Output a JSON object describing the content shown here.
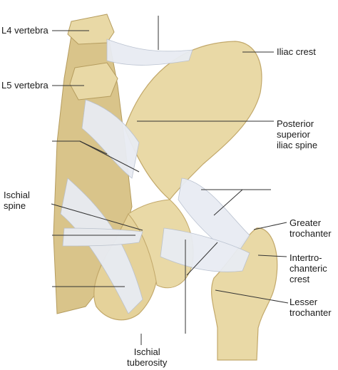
{
  "labels": {
    "l4": "L4 vertebra",
    "l5": "L5 vertebra",
    "iliac_crest": "Iliac crest",
    "psis": "Posterior\nsuperior\niliac spine",
    "ischial_spine": "Ischial\nspine",
    "greater_trochanter": "Greater\ntrochanter",
    "intertrochanteric_crest": "Intertro-\nchanteric\ncrest",
    "lesser_trochanter": "Lesser\ntrochanter",
    "ischial_tuberosity": "Ischial\ntuberosity"
  },
  "colors": {
    "bone": "#e9d9a6",
    "bone_shade": "#cdb57a",
    "ligament": "#e8ecf3",
    "ligament_line": "#b8c0cf",
    "leader": "#333333"
  }
}
